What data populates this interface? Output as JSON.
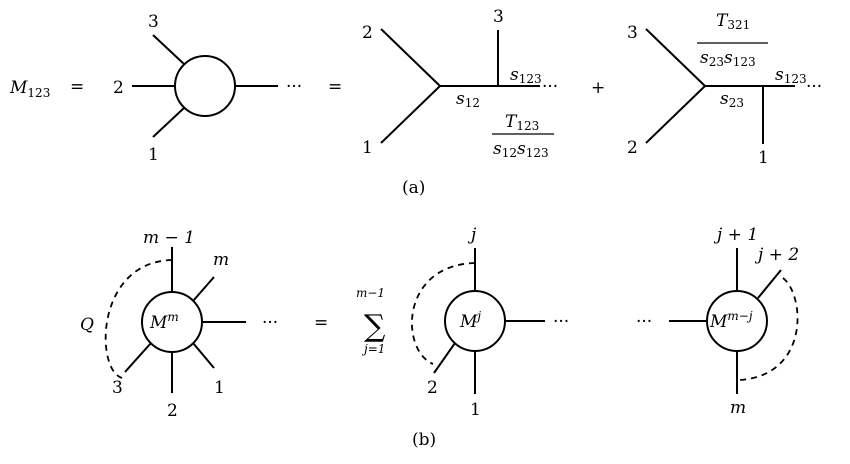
{
  "panel_a": {
    "lhs": {
      "symbol": "M",
      "sub": "123"
    },
    "eq": "=",
    "dots": "···",
    "blob_labels": [
      "3",
      "2",
      "1"
    ],
    "tree1": {
      "labels": [
        "2",
        "1",
        "3"
      ],
      "s12": {
        "s": "s",
        "sub": "12"
      },
      "s123": {
        "s": "s",
        "sub": "123"
      },
      "num": {
        "s": "T",
        "sub": "123"
      },
      "den": {
        "s1": "s",
        "sub1": "12",
        "s2": "s",
        "sub2": "123"
      }
    },
    "plus": "+",
    "tree2": {
      "labels": [
        "3",
        "2",
        "1"
      ],
      "s23": {
        "s": "s",
        "sub": "23"
      },
      "s123": {
        "s": "s",
        "sub": "123"
      },
      "num": {
        "s": "T",
        "sub": "321"
      },
      "den": {
        "s1": "s",
        "sub1": "23",
        "s2": "s",
        "sub2": "123"
      }
    },
    "caption": "(a)"
  },
  "panel_b": {
    "Q": "Q",
    "blob": {
      "symbol": "M",
      "sup": "m"
    },
    "labels": [
      "m − 1",
      "m",
      "3",
      "2",
      "1"
    ],
    "eq": "=",
    "dots": "···",
    "sum": {
      "sign": "∑",
      "upper": "m−1",
      "lower": "j=1"
    },
    "left": {
      "symbol": "M",
      "sup": "j",
      "labels": [
        "j",
        "2",
        "1"
      ]
    },
    "right": {
      "symbol": "M",
      "sup": "m−j",
      "labels": [
        "j + 1",
        "j + 2",
        "m"
      ]
    },
    "caption": "(b)"
  }
}
